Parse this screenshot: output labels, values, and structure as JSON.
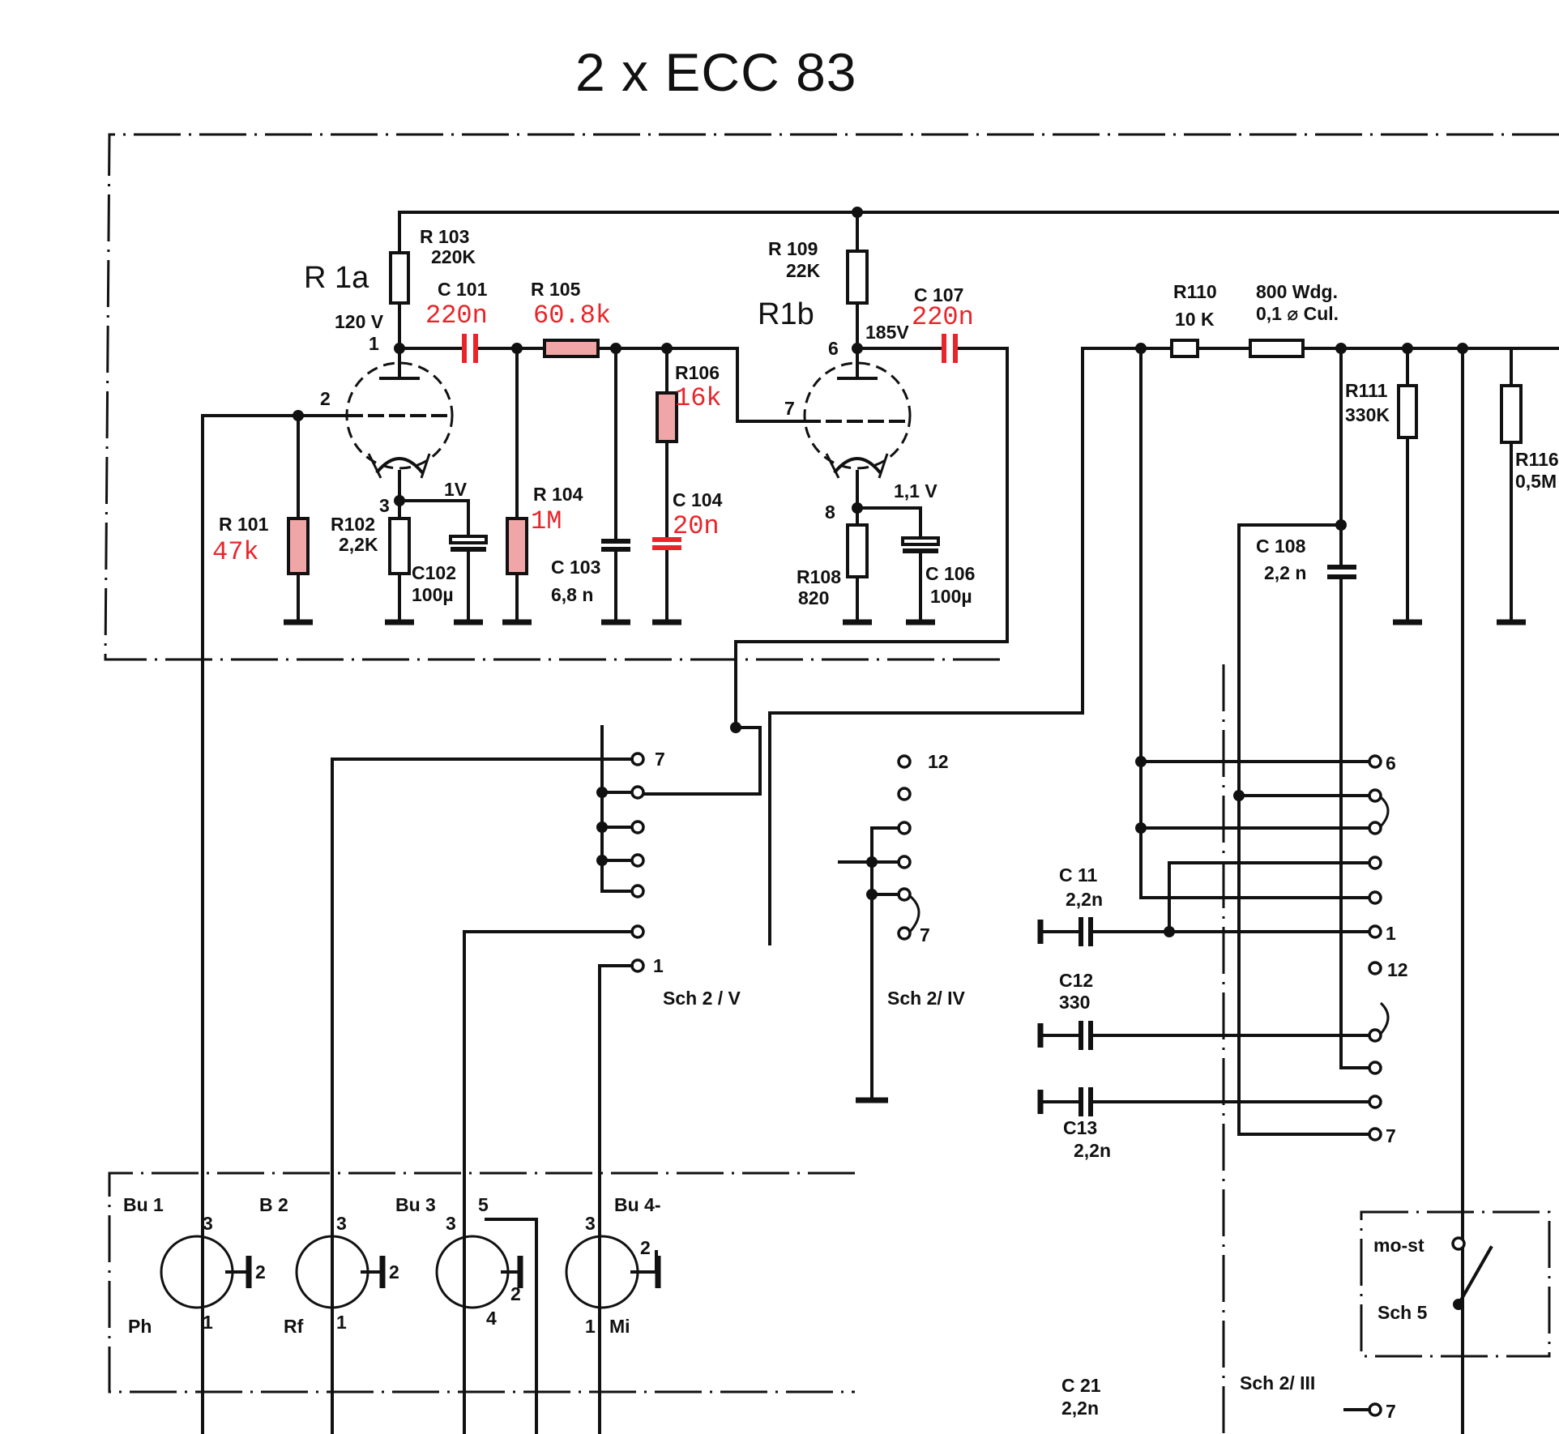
{
  "title": "2 x ECC 83",
  "labels": {
    "r1a": "R 1a",
    "r1b": "R1b",
    "r103": "R 103",
    "r103v": "220K",
    "c101": "C 101",
    "c101v": "220n",
    "r105": "R 105",
    "r105v": "60.8k",
    "r109": "R 109",
    "r109v": "22K",
    "c107": "C 107",
    "c107v": "220n",
    "v120": "120 V",
    "v185": "185V",
    "r106": "R106",
    "r106v": "16k",
    "r101": "R 101",
    "r101v": "47k",
    "r102": "R102",
    "r102v": "2,2K",
    "c102": "C102",
    "c102v": "100µ",
    "r104": "R 104",
    "r104v": "1M",
    "c103": "C 103",
    "c103v": "6,8 n",
    "c104": "C 104",
    "c104v": "20n",
    "r108": "R108",
    "r108v": "820",
    "c106": "C 106",
    "c106v": "100µ",
    "v1a": "1V",
    "v1b": "1,1 V",
    "r110": "R110",
    "r110v": "10 K",
    "coil": "800 Wdg.",
    "coilv": "0,1 ⌀ Cul.",
    "r111": "R111",
    "r111v": "330K",
    "r116": "R116",
    "r116v": "0,5M",
    "c108": "C 108",
    "c108v": "2,2 n",
    "c11": "C 11",
    "c11v": "2,2n",
    "c12": "C12",
    "c12v": "330",
    "c13": "C13",
    "c13v": "2,2n",
    "c21": "C 21",
    "c21v": "2,2n",
    "sch2v": "Sch 2 / V",
    "sch2iv": "Sch 2/ IV",
    "sch2iii": "Sch 2/ III",
    "sch5": "Sch 5",
    "most": "mo-st",
    "bu1": "Bu 1",
    "b2": "B 2",
    "bu3": "Bu 3",
    "bu4": "Bu 4-",
    "ph": "Ph",
    "rf": "Rf",
    "mi": "Mi",
    "p1": "1",
    "p2": "2",
    "p3": "3",
    "p4": "4",
    "p5": "5",
    "p6": "6",
    "p7": "7",
    "p8": "8",
    "p12": "12"
  }
}
